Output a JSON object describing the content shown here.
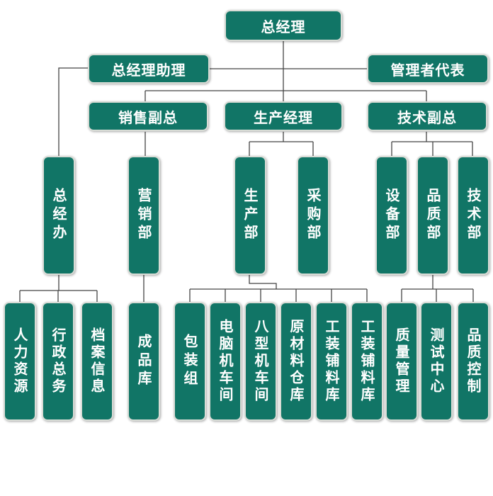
{
  "diagram": {
    "root": "总经理",
    "staff": [
      "总经理助理",
      "管理者代表"
    ],
    "deputies": [
      "销售副总",
      "生产经理",
      "技术副总"
    ],
    "departments": [
      "总经办",
      "营销部",
      "生产部",
      "采购部",
      "设备部",
      "品质部",
      "技术部"
    ],
    "units": [
      "人力资源",
      "行政总务",
      "档案信息",
      "成品库",
      "包装组",
      "电脑机车间",
      "八型机车间",
      "原材料仓库",
      "工装铺料库",
      "工装铺料库",
      "质量管理",
      "测试中心",
      "品质控制"
    ]
  },
  "colors": {
    "box_fill": "#117566",
    "box_border": "#d9dcd6",
    "line": "#444444",
    "text": "#ffffff"
  }
}
